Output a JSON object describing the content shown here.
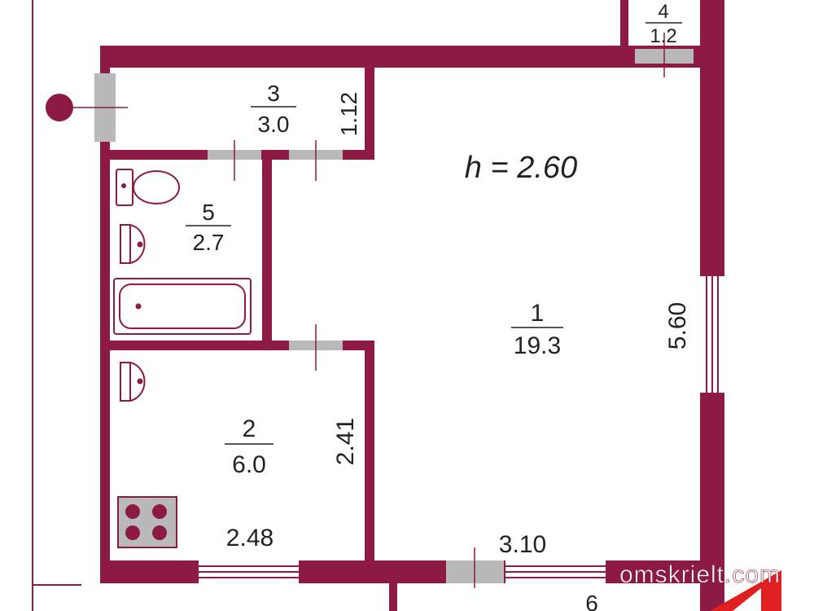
{
  "colors": {
    "wall": "#8c1a45",
    "door": "#b9b9b9",
    "window_fill": "#ffffff",
    "text": "#222222",
    "watermark": "#ffffff"
  },
  "ceiling_height_label": "h = 2.60",
  "rooms": [
    {
      "id": "1",
      "number": "1",
      "area": "19.3"
    },
    {
      "id": "2",
      "number": "2",
      "area": "6.0"
    },
    {
      "id": "3",
      "number": "3",
      "area": "3.0"
    },
    {
      "id": "4",
      "number": "4",
      "area": "1.2"
    },
    {
      "id": "5",
      "number": "5",
      "area": "2.7"
    }
  ],
  "dimensions": {
    "room1_height": "5.60",
    "corridor_width": "1.12",
    "kitchen_height": "2.41",
    "kitchen_window": "2.48",
    "room1_window": "3.10",
    "neighbor_partial": "6"
  },
  "fixtures": [
    "toilet-icon",
    "sink-icon",
    "bathtub-icon",
    "stove-icon",
    "riser-icon"
  ],
  "watermark": "omskrielt.com"
}
